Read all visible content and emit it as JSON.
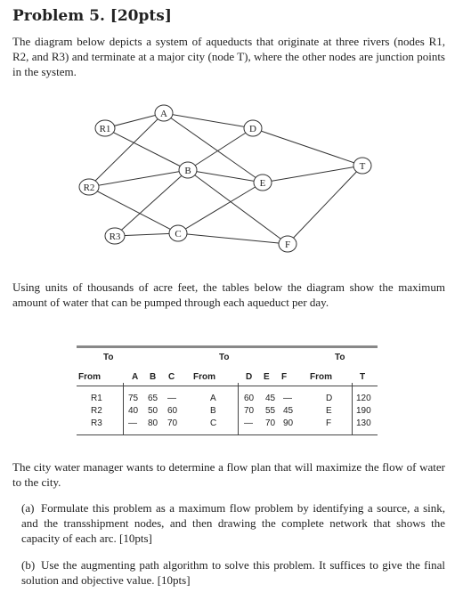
{
  "header": {
    "title": "Problem 5. [20pts]"
  },
  "intro": "The diagram below depicts a system of aqueducts that originate at three rivers (nodes R1, R2, and R3) and terminate at a major city (node T), where the other nodes are junction points in the system.",
  "diagram": {
    "nodes": {
      "R1": "R1",
      "R2": "R2",
      "R3": "R3",
      "A": "A",
      "B": "B",
      "C": "C",
      "D": "D",
      "E": "E",
      "F": "F",
      "T": "T"
    }
  },
  "units_text": "Using units of thousands of acre feet, the tables below the diagram show the maximum amount of water that can be pumped through each aqueduct per day.",
  "tables": {
    "to_label": "To",
    "from_label": "From",
    "t1": {
      "cols": [
        "A",
        "B",
        "C"
      ],
      "rows": [
        {
          "from": "R1",
          "vals": [
            "75",
            "65",
            "—"
          ]
        },
        {
          "from": "R2",
          "vals": [
            "40",
            "50",
            "60"
          ]
        },
        {
          "from": "R3",
          "vals": [
            "—",
            "80",
            "70"
          ]
        }
      ]
    },
    "t2": {
      "cols": [
        "D",
        "E",
        "F"
      ],
      "rows": [
        {
          "from": "A",
          "vals": [
            "60",
            "45",
            "—"
          ]
        },
        {
          "from": "B",
          "vals": [
            "70",
            "55",
            "45"
          ]
        },
        {
          "from": "C",
          "vals": [
            "—",
            "70",
            "90"
          ]
        }
      ]
    },
    "t3": {
      "cols": [
        "T"
      ],
      "rows": [
        {
          "from": "D",
          "vals": [
            "120"
          ]
        },
        {
          "from": "E",
          "vals": [
            "190"
          ]
        },
        {
          "from": "F",
          "vals": [
            "130"
          ]
        }
      ]
    }
  },
  "goal_text": "The city water manager wants to determine a flow plan that will maximize the flow of water to the city.",
  "parts": {
    "a": {
      "label": "(a)",
      "text": "Formulate this problem as a maximum flow problem by identifying a source, a sink, and the transshipment nodes, and then drawing the complete network that shows the capacity of each arc. [10pts]"
    },
    "b": {
      "label": "(b)",
      "text": "Use the augmenting path algorithm to solve this problem. It suffices to give the final solution and objective value. [10pts]"
    }
  }
}
